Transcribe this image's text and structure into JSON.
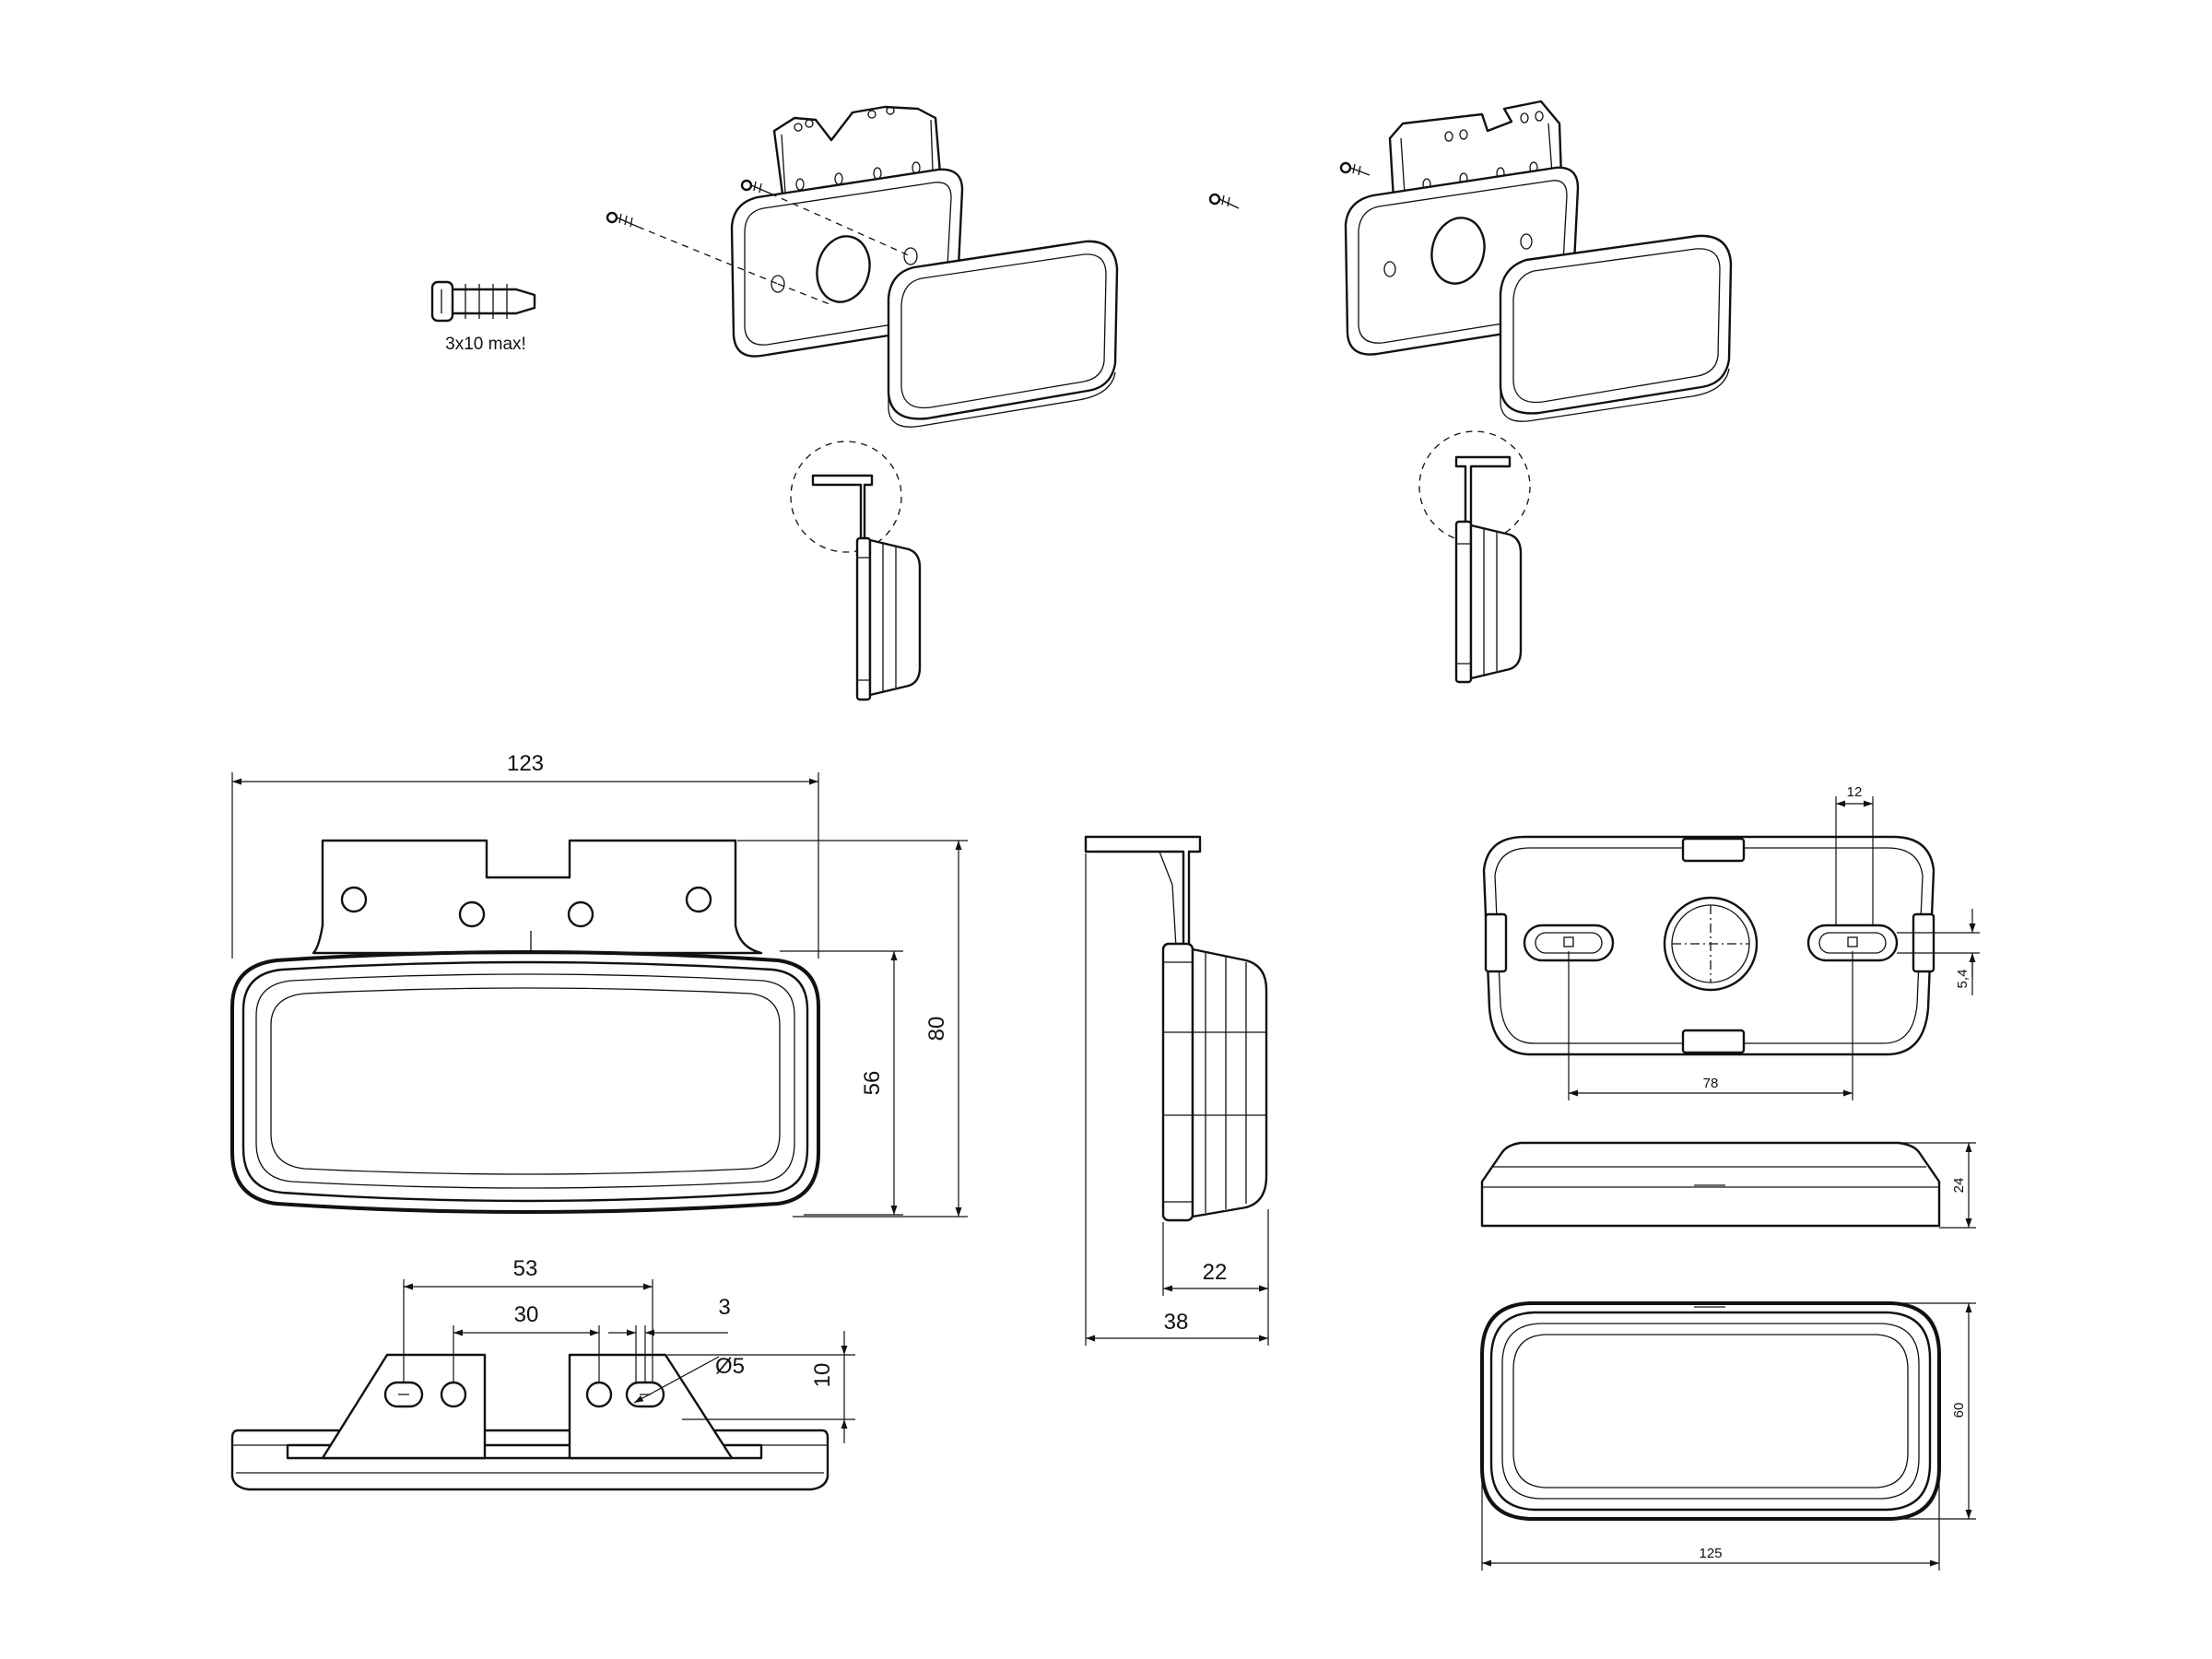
{
  "screw": {
    "note": "3x10 max!"
  },
  "front_view": {
    "width": "123",
    "height_total": "80",
    "height_lamp": "56"
  },
  "top_view": {
    "hole_span": "53",
    "hole_pitch": "30",
    "slot_offset": "3",
    "hole_diameter": "Ø5",
    "bracket_height": "10"
  },
  "side_view": {
    "lamp_depth": "22",
    "total_depth": "38"
  },
  "back_view": {
    "slot_width": "12",
    "slot_height": "5,4",
    "hole_pitch": "78"
  },
  "lamp_side": {
    "height": "24"
  },
  "lamp_front": {
    "width": "125",
    "height": "60"
  }
}
